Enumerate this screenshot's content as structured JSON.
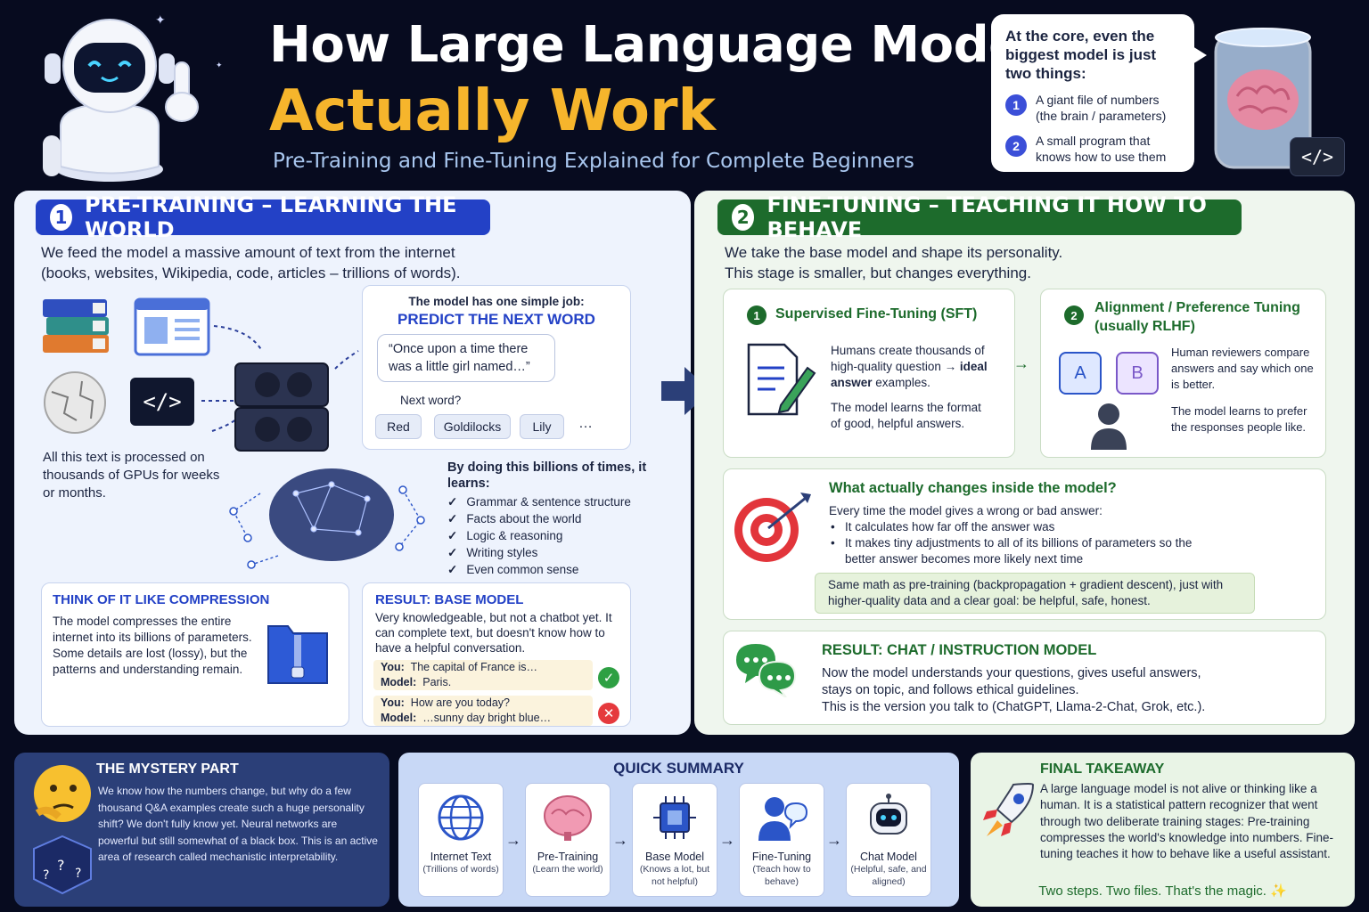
{
  "header": {
    "title_line1": "How Large Language Models",
    "title_line2": "Actually Work",
    "subtitle": "Pre-Training and Fine-Tuning Explained for Complete Beginners"
  },
  "core": {
    "heading": "At the core, even the biggest model is just two things:",
    "items": [
      {
        "num": "1",
        "text": "A giant file of numbers (the brain / parameters)"
      },
      {
        "num": "2",
        "text": "A small program that knows how to use them"
      }
    ],
    "code_badge": "</>"
  },
  "pretraining": {
    "num": "1",
    "title": "PRE-TRAINING – LEARNING THE WORLD",
    "intro": "We feed the model a massive amount of text from the internet (books, websites, Wikipedia, code, articles – trillions of words).",
    "code_tile": "</>",
    "gpu_text": "All this text is processed on thousands of GPUs for weeks or months.",
    "job": {
      "heading": "The model has one simple job:",
      "highlight": "PREDICT THE NEXT WORD",
      "quote": "“Once upon a time there was a little girl named…”",
      "next_label": "Next word?",
      "options": [
        "Red",
        "Goldilocks",
        "Lily",
        "…"
      ]
    },
    "learns": {
      "heading": "By doing this billions of times, it learns:",
      "items": [
        "Grammar & sentence structure",
        "Facts about the world",
        "Logic & reasoning",
        "Writing styles",
        "Even common sense"
      ]
    },
    "compression": {
      "title": "THINK OF IT LIKE COMPRESSION",
      "text": "The model compresses the entire internet into its billions of parameters. Some details are lost (lossy), but the patterns and understanding remain."
    },
    "result": {
      "title": "RESULT: BASE MODEL",
      "text": "Very knowledgeable, but not a chatbot yet. It can complete text, but doesn't know how to have a helpful conversation.",
      "ex1_you_label": "You:",
      "ex1_you": "The capital of France is…",
      "ex1_model_label": "Model:",
      "ex1_model": "Paris.",
      "ex2_you_label": "You:",
      "ex2_you": "How are you today?",
      "ex2_model_label": "Model:",
      "ex2_model": "…sunny day bright blue…"
    }
  },
  "finetuning": {
    "num": "2",
    "title": "FINE-TUNING – TEACHING IT HOW TO BEHAVE",
    "intro_line1": "We take the base model and shape its personality.",
    "intro_line2": "This stage is smaller, but changes everything.",
    "sft": {
      "num": "1",
      "title": "Supervised Fine-Tuning (SFT)",
      "text1_a": "Humans create thousands of high-quality question →",
      "text1_b": "ideal answer",
      "text1_c": "examples.",
      "text2": "The model learns the format of good, helpful answers."
    },
    "rlhf": {
      "num": "2",
      "title": "Alignment / Preference Tuning (usually RLHF)",
      "label_a": "A",
      "label_b": "B",
      "text1": "Human reviewers compare answers and say which one is better.",
      "text2": "The model learns to prefer the responses people like."
    },
    "changes": {
      "title": "What actually changes inside the model?",
      "lead": "Every time the model gives a wrong or bad answer:",
      "bullets": [
        "It calculates how far off the answer was",
        "It makes tiny adjustments to all of its billions of parameters so the better answer becomes more likely next time"
      ],
      "note": "Same math as pre-training (backpropagation + gradient descent), just with higher-quality data and a clear goal: be helpful, safe, honest."
    },
    "result": {
      "title": "RESULT: CHAT / INSTRUCTION MODEL",
      "text": "Now the model understands your questions, gives useful answers, stays on topic, and follows ethical guidelines.",
      "text2": "This is the version you talk to (ChatGPT, Llama-2-Chat, Grok, etc.)."
    }
  },
  "mystery": {
    "title": "THE MYSTERY PART",
    "text": "We know how the numbers change, but why do a few thousand Q&A examples create such a huge personality shift? We don't fully know yet. Neural networks are powerful but still somewhat of a black box. This is an active area of research called mechanistic interpretability."
  },
  "summary": {
    "title": "QUICK SUMMARY",
    "steps": [
      {
        "label": "Internet Text",
        "sub": "(Trillions of words)"
      },
      {
        "label": "Pre-Training",
        "sub": "(Learn the world)"
      },
      {
        "label": "Base Model",
        "sub": "(Knows a lot, but not helpful)"
      },
      {
        "label": "Fine-Tuning",
        "sub": "(Teach how to behave)"
      },
      {
        "label": "Chat Model",
        "sub": "(Helpful, safe, and aligned)"
      }
    ]
  },
  "takeaway": {
    "title": "FINAL TAKEAWAY",
    "text": "A large language model is not alive or thinking like a human. It is a statistical pattern recognizer that went through two deliberate training stages: Pre-training compresses the world's knowledge into numbers. Fine-tuning teaches it how to behave like a useful assistant.",
    "tagline": "Two steps. Two files. That's the magic. ✨"
  },
  "colors": {
    "accent_blue": "#2341c6",
    "accent_green": "#1d6b2c",
    "title_yellow": "#f6b52c"
  }
}
